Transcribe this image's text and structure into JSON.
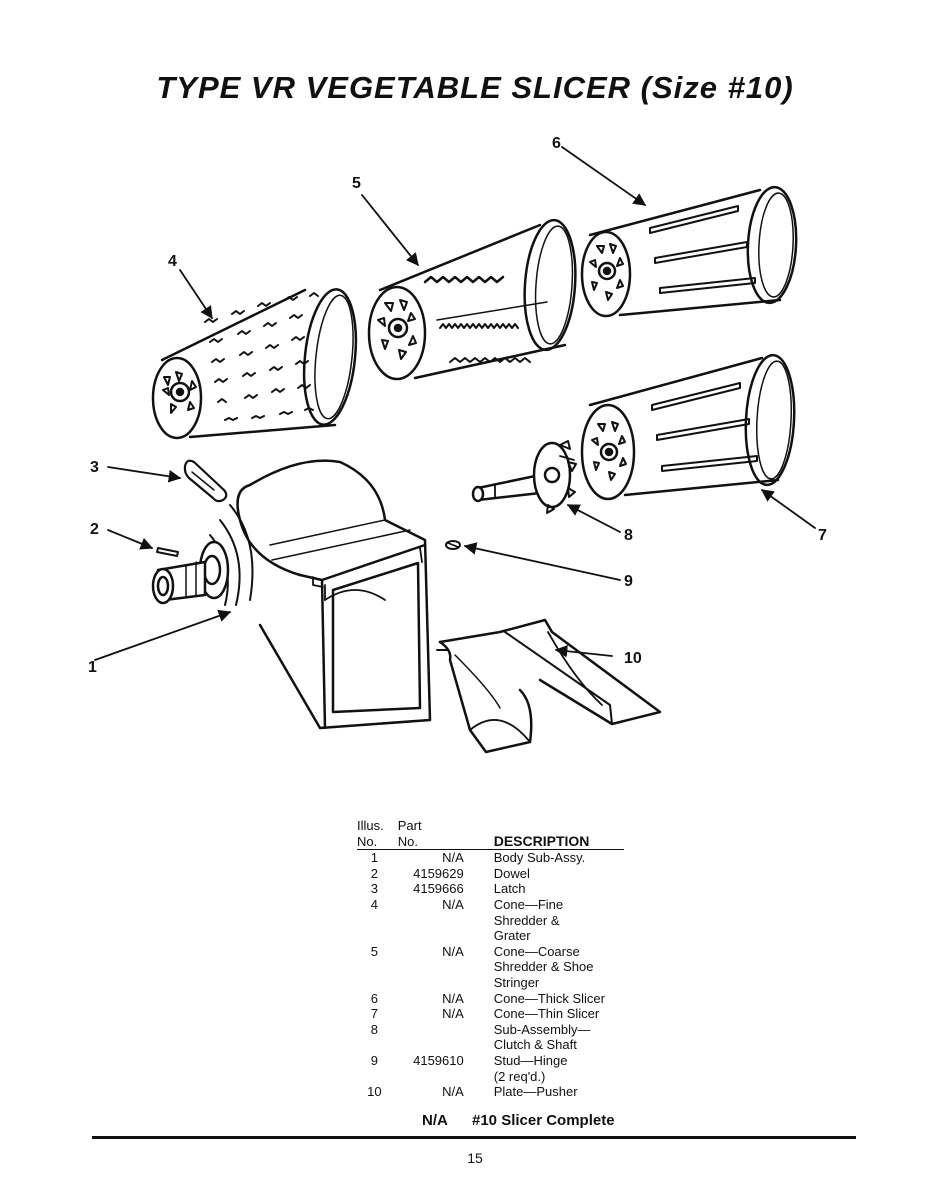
{
  "title": "TYPE VR VEGETABLE SLICER (Size #10)",
  "callouts": [
    "1",
    "2",
    "3",
    "4",
    "5",
    "6",
    "7",
    "8",
    "9",
    "10"
  ],
  "table": {
    "headers": {
      "illus": "Illus.\nNo.",
      "part": "Part\nNo.",
      "description": "DESCRIPTION"
    },
    "rows": [
      {
        "illus": "1",
        "part": "N/A",
        "description": "Body Sub-Assy."
      },
      {
        "illus": "2",
        "part": "4159629",
        "description": "Dowel"
      },
      {
        "illus": "3",
        "part": "4159666",
        "description": "Latch"
      },
      {
        "illus": "4",
        "part": "N/A",
        "description": "Cone—Fine\nShredder &\nGrater"
      },
      {
        "illus": "5",
        "part": "N/A",
        "description": "Cone—Coarse\nShredder & Shoe\nStringer"
      },
      {
        "illus": "6",
        "part": "N/A",
        "description": "Cone—Thick Slicer"
      },
      {
        "illus": "7",
        "part": "N/A",
        "description": "Cone—Thin Slicer"
      },
      {
        "illus": "8",
        "part": "",
        "description": "Sub-Assembly—\nClutch & Shaft"
      },
      {
        "illus": "9",
        "part": "4159610",
        "description": "Stud—Hinge\n(2 req'd.)"
      },
      {
        "illus": "10",
        "part": "N/A",
        "description": "Plate—Pusher"
      }
    ],
    "complete": {
      "part": "N/A",
      "description": "#10 Slicer Complete"
    }
  },
  "page_number": "15"
}
